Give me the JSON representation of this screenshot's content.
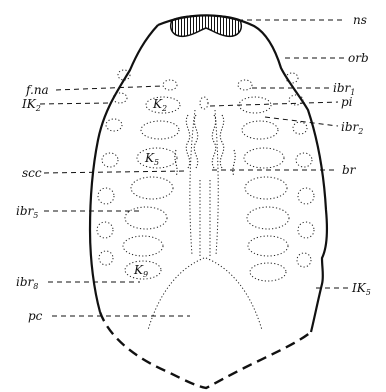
{
  "labels": {
    "ns": "ns",
    "orb": "orb",
    "fna": "f.na",
    "ibr1": "ibr",
    "ibr1_sub": "1",
    "ik2": "IK",
    "ik2_sub": "2",
    "pi": "pi",
    "ibr2": "ibr",
    "ibr2_sub": "2",
    "scc": "scc",
    "br": "br",
    "ibr5": "ibr",
    "ibr5_sub": "5",
    "ibr8": "ibr",
    "ibr8_sub": "8",
    "ik5": "IK",
    "ik5_sub": "5",
    "pc": "pc",
    "k2": "K",
    "k2_sub": "2",
    "k5": "K",
    "k5_sub": "5",
    "k9": "K",
    "k9_sub": "9"
  },
  "colors": {
    "ink": "#111111",
    "paper": "#ffffff"
  }
}
